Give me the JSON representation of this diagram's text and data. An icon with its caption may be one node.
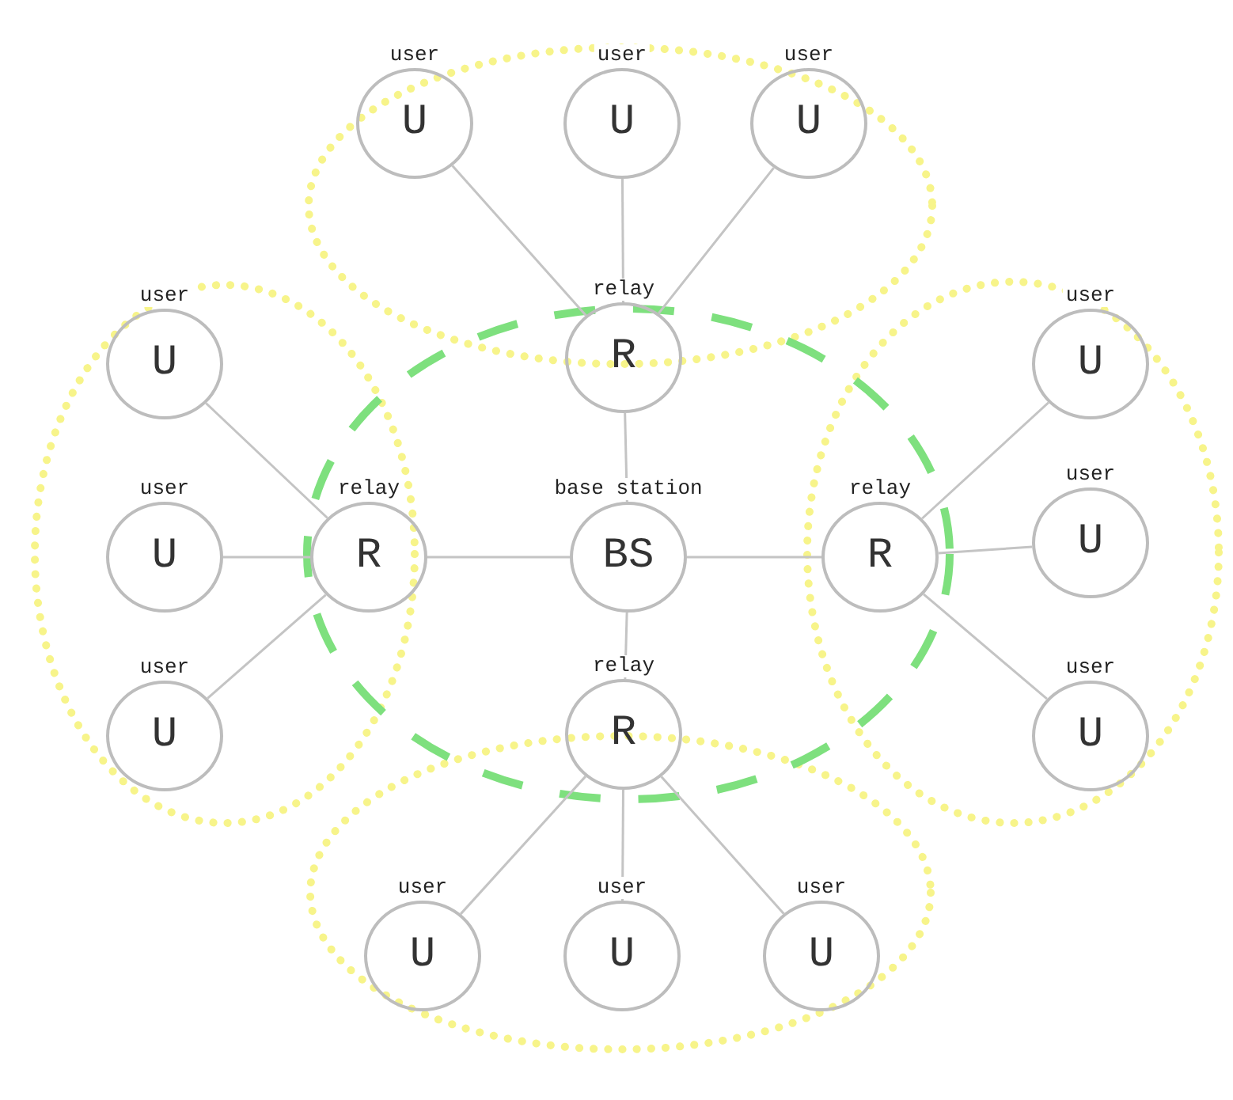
{
  "diagram": {
    "nodes": [
      {
        "text": [
          "base station",
          "BS"
        ]
      },
      {
        "text": [
          "relay",
          "R"
        ]
      },
      {
        "text": [
          "relay",
          "R"
        ]
      },
      {
        "text": [
          "relay",
          "R"
        ]
      },
      {
        "text": [
          "relay",
          "R"
        ]
      },
      {
        "text": [
          "user",
          "U"
        ]
      },
      {
        "text": [
          "user",
          "U"
        ]
      },
      {
        "text": [
          "user",
          "U"
        ]
      },
      {
        "text": [
          "user",
          "U"
        ]
      },
      {
        "text": [
          "user",
          "U"
        ]
      },
      {
        "text": [
          "user",
          "U"
        ]
      },
      {
        "text": [
          "user",
          "U"
        ]
      },
      {
        "text": [
          "user",
          "U"
        ]
      },
      {
        "text": [
          "user",
          "U"
        ]
      },
      {
        "text": [
          "user",
          "U"
        ]
      },
      {
        "text": [
          "user",
          "U"
        ]
      },
      {
        "text": [
          "user",
          "U"
        ]
      }
    ],
    "edges": [
      {
        "from": 0,
        "to": 1,
        "arrow": "none"
      },
      {
        "from": 0,
        "to": 2,
        "arrow": "none"
      },
      {
        "from": 0,
        "to": 3,
        "arrow": "none"
      },
      {
        "from": 0,
        "to": 4,
        "arrow": "none"
      },
      {
        "from": 1,
        "to": 5,
        "arrow": "none"
      },
      {
        "from": 1,
        "to": 6,
        "arrow": "none"
      },
      {
        "from": 1,
        "to": 7,
        "arrow": "none"
      },
      {
        "from": 2,
        "to": 8,
        "arrow": "none"
      },
      {
        "from": 2,
        "to": 9,
        "arrow": "none"
      },
      {
        "from": 2,
        "to": 10,
        "arrow": "none"
      },
      {
        "from": 3,
        "to": 11,
        "arrow": "none"
      },
      {
        "from": 3,
        "to": 12,
        "arrow": "none"
      },
      {
        "from": 3,
        "to": 13,
        "arrow": "none"
      },
      {
        "from": 4,
        "to": 14,
        "arrow": "none"
      },
      {
        "from": 4,
        "to": 15,
        "arrow": "none"
      },
      {
        "from": 4,
        "to": 16,
        "arrow": "none"
      }
    ]
  }
}
